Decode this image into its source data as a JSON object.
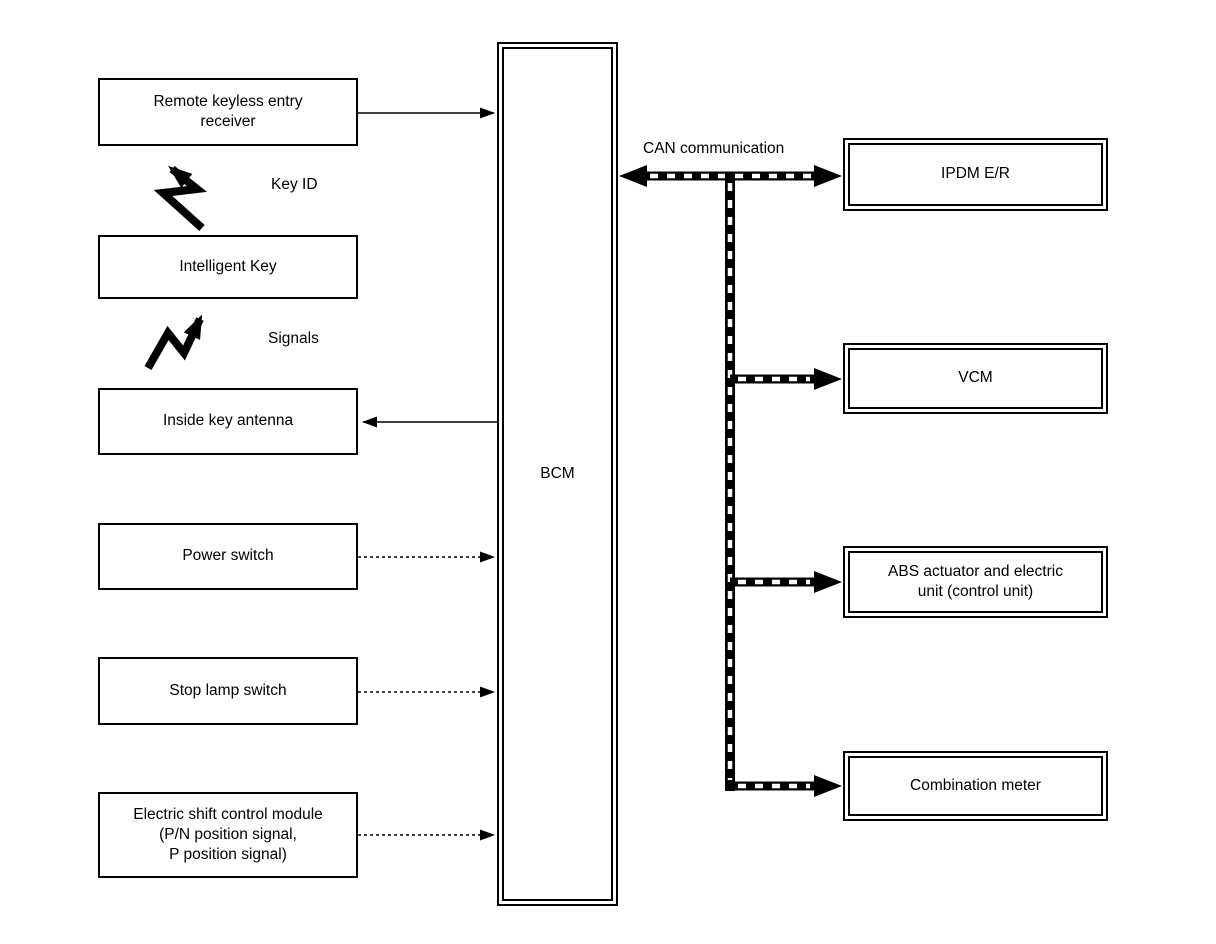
{
  "diagram": {
    "center_module": {
      "label": "BCM"
    },
    "left_nodes": [
      {
        "id": "remote-keyless-entry-receiver",
        "label": "Remote keyless entry\nreceiver"
      },
      {
        "id": "intelligent-key",
        "label": "Intelligent Key"
      },
      {
        "id": "inside-key-antenna",
        "label": "Inside key antenna"
      },
      {
        "id": "power-switch",
        "label": "Power switch"
      },
      {
        "id": "stop-lamp-switch",
        "label": "Stop lamp switch"
      },
      {
        "id": "electric-shift-control-module",
        "label": "Electric shift control module\n(P/N position signal,\nP position signal)"
      }
    ],
    "right_nodes": [
      {
        "id": "ipdm-er",
        "label": "IPDM E/R"
      },
      {
        "id": "vcm",
        "label": "VCM"
      },
      {
        "id": "abs-actuator",
        "label": "ABS actuator and electric\nunit (control unit)"
      },
      {
        "id": "combination-meter",
        "label": "Combination meter"
      }
    ],
    "annotations": {
      "can_label": "CAN communication",
      "key_id_label": "Key ID",
      "signals_label": "Signals"
    },
    "connections": [
      {
        "from": "remote-keyless-entry-receiver",
        "to": "bcm",
        "style": "solid-arrow"
      },
      {
        "from": "bcm",
        "to": "inside-key-antenna",
        "style": "solid-arrow"
      },
      {
        "from": "power-switch",
        "to": "bcm",
        "style": "dotted-arrow"
      },
      {
        "from": "stop-lamp-switch",
        "to": "bcm",
        "style": "dotted-arrow"
      },
      {
        "from": "electric-shift-control-module",
        "to": "bcm",
        "style": "dotted-arrow"
      },
      {
        "from": "intelligent-key",
        "to": "remote-keyless-entry-receiver",
        "style": "wireless-zigzag",
        "label": "Key ID"
      },
      {
        "from": "inside-key-antenna",
        "to": "intelligent-key",
        "style": "wireless-zigzag",
        "label": "Signals"
      },
      {
        "from": "bcm",
        "to": "ipdm-er",
        "style": "striped-double-arrow",
        "label": "CAN communication"
      },
      {
        "from": "can-bus",
        "to": "vcm",
        "style": "striped-arrow"
      },
      {
        "from": "can-bus",
        "to": "abs-actuator",
        "style": "striped-arrow"
      },
      {
        "from": "can-bus",
        "to": "combination-meter",
        "style": "striped-arrow"
      }
    ],
    "colors": {
      "line": "#000000",
      "background": "#ffffff",
      "text": "#000000"
    }
  }
}
